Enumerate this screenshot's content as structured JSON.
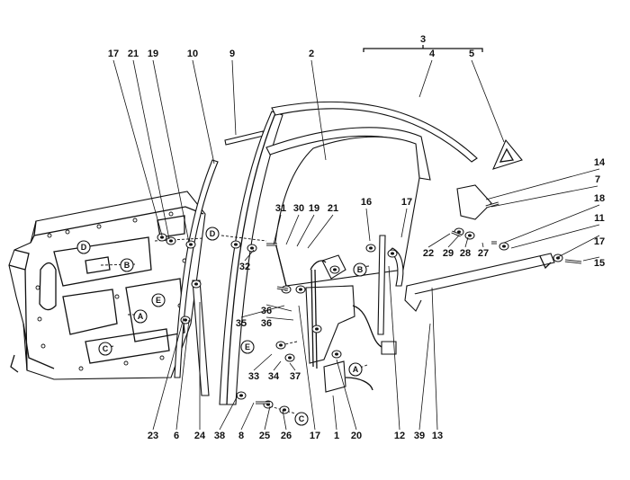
{
  "callouts": [
    {
      "id": "c17a",
      "text": "17"
    },
    {
      "id": "c21a",
      "text": "21"
    },
    {
      "id": "c19a",
      "text": "19"
    },
    {
      "id": "c10",
      "text": "10"
    },
    {
      "id": "c9",
      "text": "9"
    },
    {
      "id": "c2",
      "text": "2"
    },
    {
      "id": "c3",
      "text": "3"
    },
    {
      "id": "c4",
      "text": "4"
    },
    {
      "id": "c5",
      "text": "5"
    },
    {
      "id": "c14",
      "text": "14"
    },
    {
      "id": "c7",
      "text": "7"
    },
    {
      "id": "c18",
      "text": "18"
    },
    {
      "id": "c11",
      "text": "11"
    },
    {
      "id": "c17b",
      "text": "17"
    },
    {
      "id": "c15",
      "text": "15"
    },
    {
      "id": "c16",
      "text": "16"
    },
    {
      "id": "c17c",
      "text": "17"
    },
    {
      "id": "c31",
      "text": "31"
    },
    {
      "id": "c30",
      "text": "30"
    },
    {
      "id": "c19b",
      "text": "19"
    },
    {
      "id": "c21b",
      "text": "21"
    },
    {
      "id": "c22",
      "text": "22"
    },
    {
      "id": "c29",
      "text": "29"
    },
    {
      "id": "c28",
      "text": "28"
    },
    {
      "id": "c27",
      "text": "27"
    },
    {
      "id": "c32",
      "text": "32"
    },
    {
      "id": "c35",
      "text": "35"
    },
    {
      "id": "c36a",
      "text": "36"
    },
    {
      "id": "c36b",
      "text": "36"
    },
    {
      "id": "c33",
      "text": "33"
    },
    {
      "id": "c34",
      "text": "34"
    },
    {
      "id": "c37",
      "text": "37"
    },
    {
      "id": "c23",
      "text": "23"
    },
    {
      "id": "c6",
      "text": "6"
    },
    {
      "id": "c24",
      "text": "24"
    },
    {
      "id": "c38",
      "text": "38"
    },
    {
      "id": "c8",
      "text": "8"
    },
    {
      "id": "c25",
      "text": "25"
    },
    {
      "id": "c26",
      "text": "26"
    },
    {
      "id": "c17d",
      "text": "17"
    },
    {
      "id": "c1",
      "text": "1"
    },
    {
      "id": "c20",
      "text": "20"
    },
    {
      "id": "c12",
      "text": "12"
    },
    {
      "id": "c39",
      "text": "39"
    },
    {
      "id": "c13",
      "text": "13"
    }
  ],
  "markers": [
    {
      "id": "mD1",
      "text": "D"
    },
    {
      "id": "mB1",
      "text": "B"
    },
    {
      "id": "mE1",
      "text": "E"
    },
    {
      "id": "mA1",
      "text": "A"
    },
    {
      "id": "mC1",
      "text": "C"
    },
    {
      "id": "mD2",
      "text": "D"
    },
    {
      "id": "mB2",
      "text": "B"
    },
    {
      "id": "mE2",
      "text": "E"
    },
    {
      "id": "mA2",
      "text": "A"
    },
    {
      "id": "mC2",
      "text": "C"
    }
  ]
}
